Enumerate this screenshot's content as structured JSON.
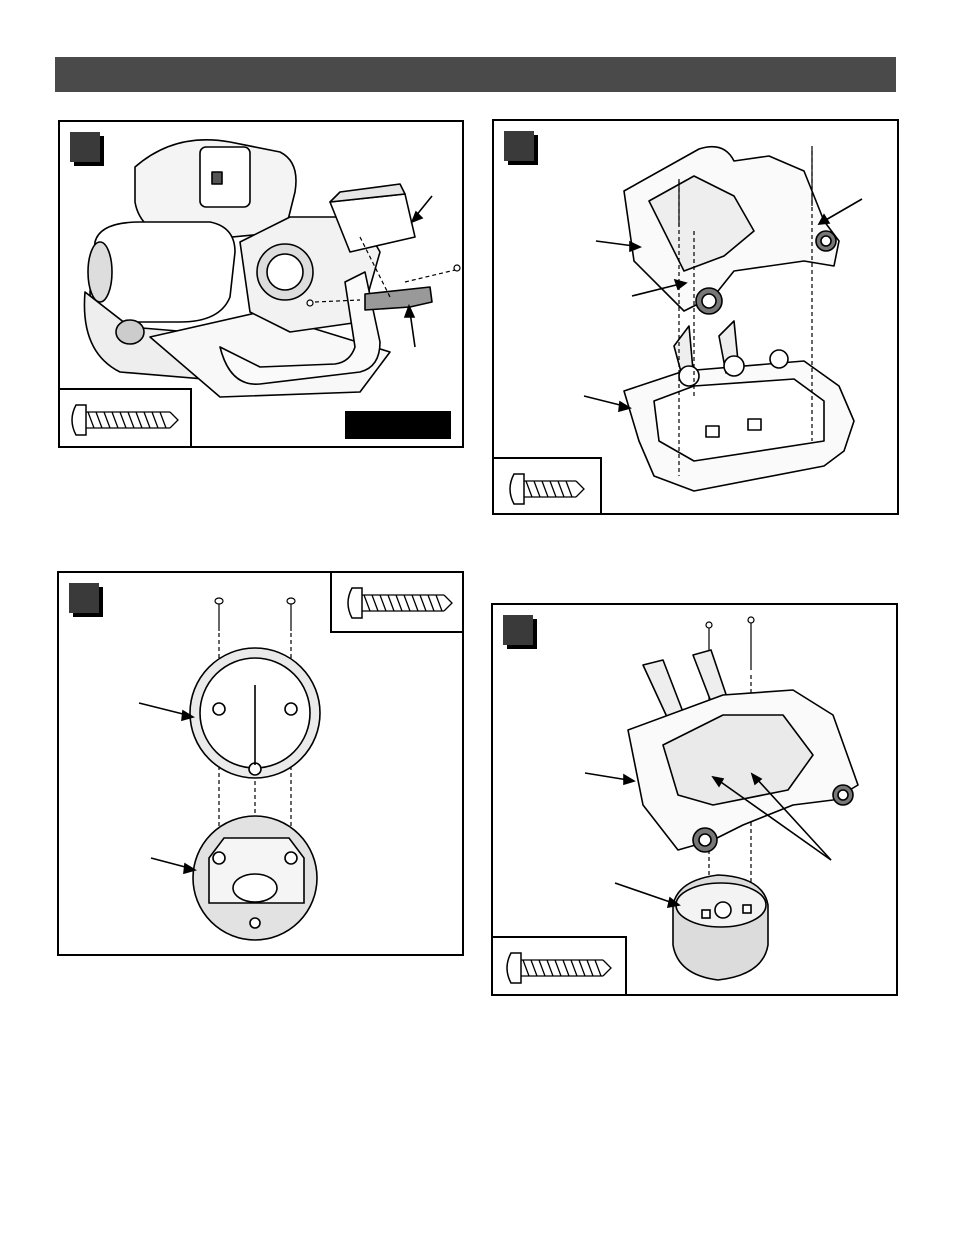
{
  "page": {
    "steps": [
      {
        "id": "step-1",
        "badge": ""
      },
      {
        "id": "step-2",
        "badge": ""
      },
      {
        "id": "step-3",
        "badge": ""
      },
      {
        "id": "step-4",
        "badge": ""
      }
    ]
  },
  "icons": {
    "screw": "screw-icon",
    "arrow": "arrow-icon"
  },
  "colors": {
    "header_bar": "#4a4a4a",
    "badge": "#3a3a3a",
    "line": "#000000"
  }
}
